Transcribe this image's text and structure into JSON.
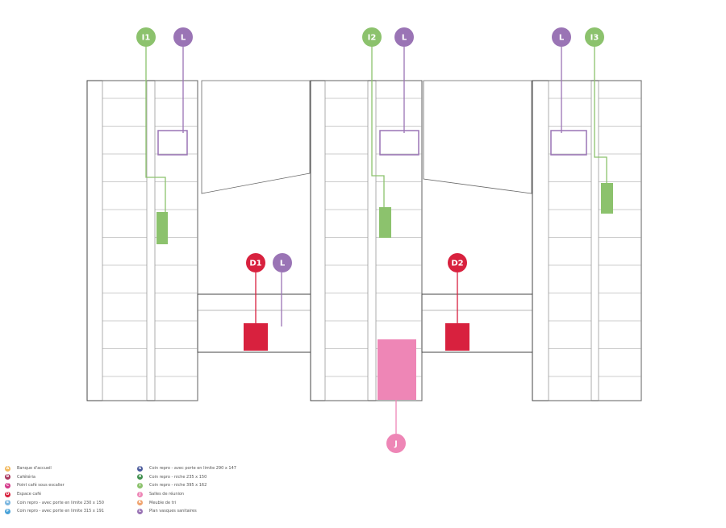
{
  "markers": [
    {
      "label": "I1",
      "color": "#8cc26d"
    },
    {
      "label": "L",
      "color": "#9a74b5"
    },
    {
      "label": "I2",
      "color": "#8cc26d"
    },
    {
      "label": "L",
      "color": "#9a74b5"
    },
    {
      "label": "L",
      "color": "#9a74b5"
    },
    {
      "label": "I3",
      "color": "#8cc26d"
    },
    {
      "label": "D1",
      "color": "#d8213e"
    },
    {
      "label": "L",
      "color": "#9a74b5"
    },
    {
      "label": "D2",
      "color": "#d8213e"
    },
    {
      "label": "J",
      "color": "#ee86b6"
    }
  ],
  "legend": {
    "col1": [
      {
        "letter": "A",
        "color": "#f2b95e",
        "text": "Banque d'accueil"
      },
      {
        "letter": "B",
        "color": "#a8365d",
        "text": "Cafétéria"
      },
      {
        "letter": "C",
        "color": "#d4398a",
        "text": "Point café sous escalier"
      },
      {
        "letter": "D",
        "color": "#d8213e",
        "text": "Espace café"
      },
      {
        "letter": "E",
        "color": "#7bb7e0",
        "text": "Coin repro - avec porte en limite 230 x 150"
      },
      {
        "letter": "F",
        "color": "#4aa3d9",
        "text": "Coin repro - avec porte en limite 315 x 191"
      }
    ],
    "col2": [
      {
        "letter": "G",
        "color": "#4a5a9c",
        "text": "Coin repro - avec porte en limite 290 x 147"
      },
      {
        "letter": "H",
        "color": "#3f8f4d",
        "text": "Coin repro - niche 235 x 150"
      },
      {
        "letter": "I",
        "color": "#8cc26d",
        "text": "Coin repro - niche 395 x 162"
      },
      {
        "letter": "J",
        "color": "#ee86b6",
        "text": "Salles de réunion"
      },
      {
        "letter": "K",
        "color": "#f0a36e",
        "text": "Meuble de tri"
      },
      {
        "letter": "L",
        "color": "#9a74b5",
        "text": "Plan vasques sanitaires"
      }
    ]
  }
}
